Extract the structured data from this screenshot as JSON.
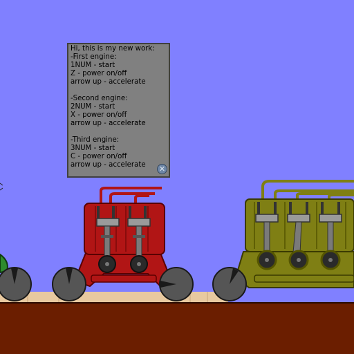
{
  "scene": {
    "colors": {
      "sky": "#8080ff",
      "ground": "#6b1e00",
      "planks": "#e8c9a0",
      "wheel": "#555555",
      "engine_red": "#b11515",
      "engine_olive": "#7f7f14",
      "dark_grey": "#404040",
      "chassis_green": "#2e8b2e"
    }
  },
  "note": {
    "lines": [
      "Hi, this is my new work:",
      "-First engine:",
      "1NUM - start",
      "Z - power on/off",
      "arrow up - accelerate",
      "",
      "-Second engine:",
      "2NUM - start",
      "X - power on/off",
      "arrow up - accelerate",
      "",
      "-Third engine:",
      "3NUM - start",
      "C - power on/off",
      "arrow up - accelerate"
    ],
    "close_icon": "close-icon"
  }
}
